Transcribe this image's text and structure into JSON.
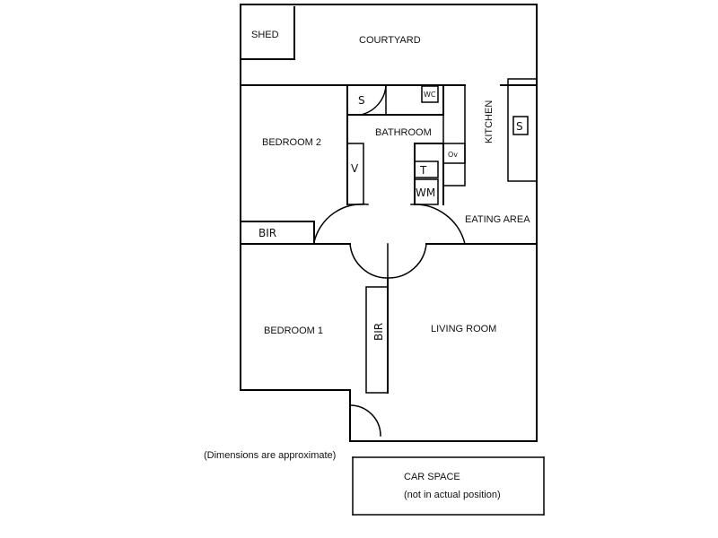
{
  "rooms": {
    "shed": "SHED",
    "courtyard": "COURTYARD",
    "bathroom": "BATHROOM",
    "kitchen": "KITCHEN",
    "bedroom2": "BEDROOM 2",
    "eating_area": "EATING AREA",
    "bedroom1": "BEDROOM 1",
    "living_room": "LIVING ROOM"
  },
  "fixtures": {
    "shower": "S",
    "wc": "WC",
    "vanity": "V",
    "oven": "Ov",
    "tub": "T",
    "washing_machine": "WM",
    "sink": "S",
    "bir_bed2": "BIR",
    "bir_bed1": "BIR"
  },
  "notes": {
    "dimensions": "(Dimensions are approximate)",
    "car_space": "CAR SPACE",
    "car_space_note": "(not in actual position)"
  }
}
